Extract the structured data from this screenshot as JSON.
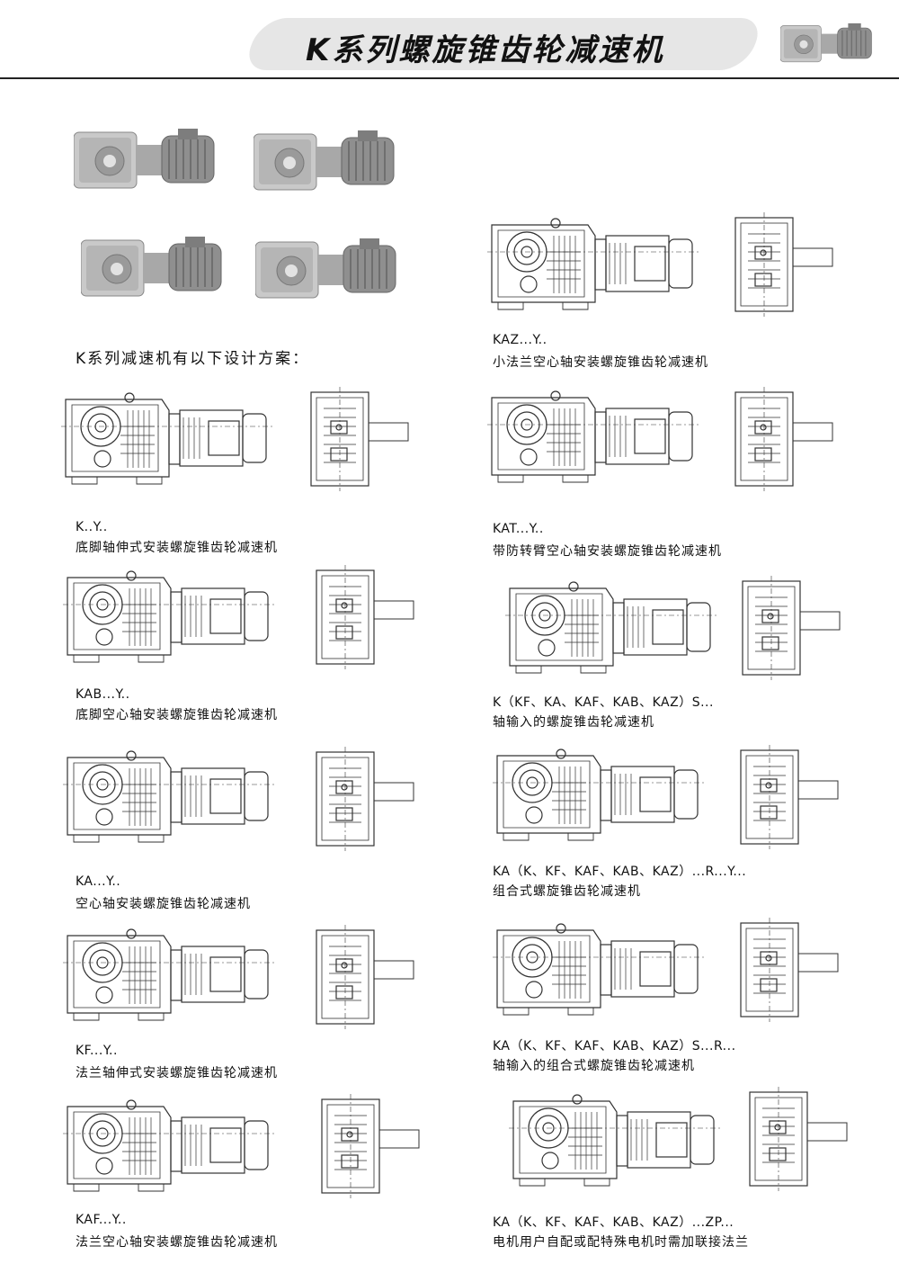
{
  "header": {
    "title": "K系列螺旋锥齿轮减速机"
  },
  "intro": "K系列减速机有以下设计方案：",
  "left_column": [
    {
      "code": "K..Y..",
      "desc": "底脚轴伸式安装螺旋锥齿轮减速机"
    },
    {
      "code": "KAB...Y..",
      "desc": "底脚空心轴安装螺旋锥齿轮减速机"
    },
    {
      "code": "KA...Y..",
      "desc": "空心轴安装螺旋锥齿轮减速机"
    },
    {
      "code": "KF...Y..",
      "desc": "法兰轴伸式安装螺旋锥齿轮减速机"
    },
    {
      "code": "KAF...Y..",
      "desc": "法兰空心轴安装螺旋锥齿轮减速机"
    }
  ],
  "right_column": [
    {
      "code": "KAZ...Y..",
      "desc": "小法兰空心轴安装螺旋锥齿轮减速机"
    },
    {
      "code": "KAT...Y..",
      "desc": "带防转臂空心轴安装螺旋锥齿轮减速机"
    },
    {
      "code": "K（KF、KA、KAF、KAB、KAZ）S...",
      "desc": "轴输入的螺旋锥齿轮减速机"
    },
    {
      "code": "KA（K、KF、KAF、KAB、KAZ）...R...Y...",
      "desc": "组合式螺旋锥齿轮减速机"
    },
    {
      "code": "KA（K、KF、KAF、KAB、KAZ）S...R...",
      "desc": "轴输入的组合式螺旋锥齿轮减速机"
    },
    {
      "code": "KA（K、KF、KAF、KAB、KAZ）...ZP...",
      "desc": "电机用户自配或配特殊电机时需加联接法兰"
    }
  ]
}
